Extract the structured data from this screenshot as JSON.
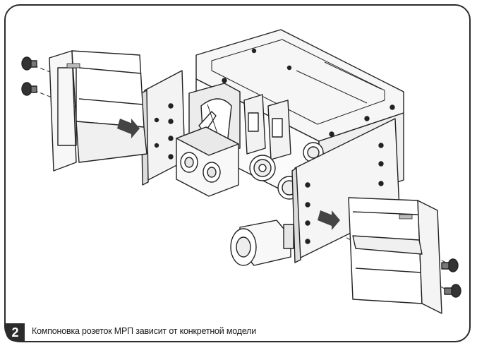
{
  "caption": {
    "step_number": "2",
    "text": "Компоновка розеток МРП зависит от конкретной модели"
  },
  "illustration": {
    "subject": "exploded-assembly",
    "colors": {
      "line": "#222222",
      "fill": "#ffffff",
      "shade": "#e9e9e9",
      "arrow": "#444444"
    }
  }
}
